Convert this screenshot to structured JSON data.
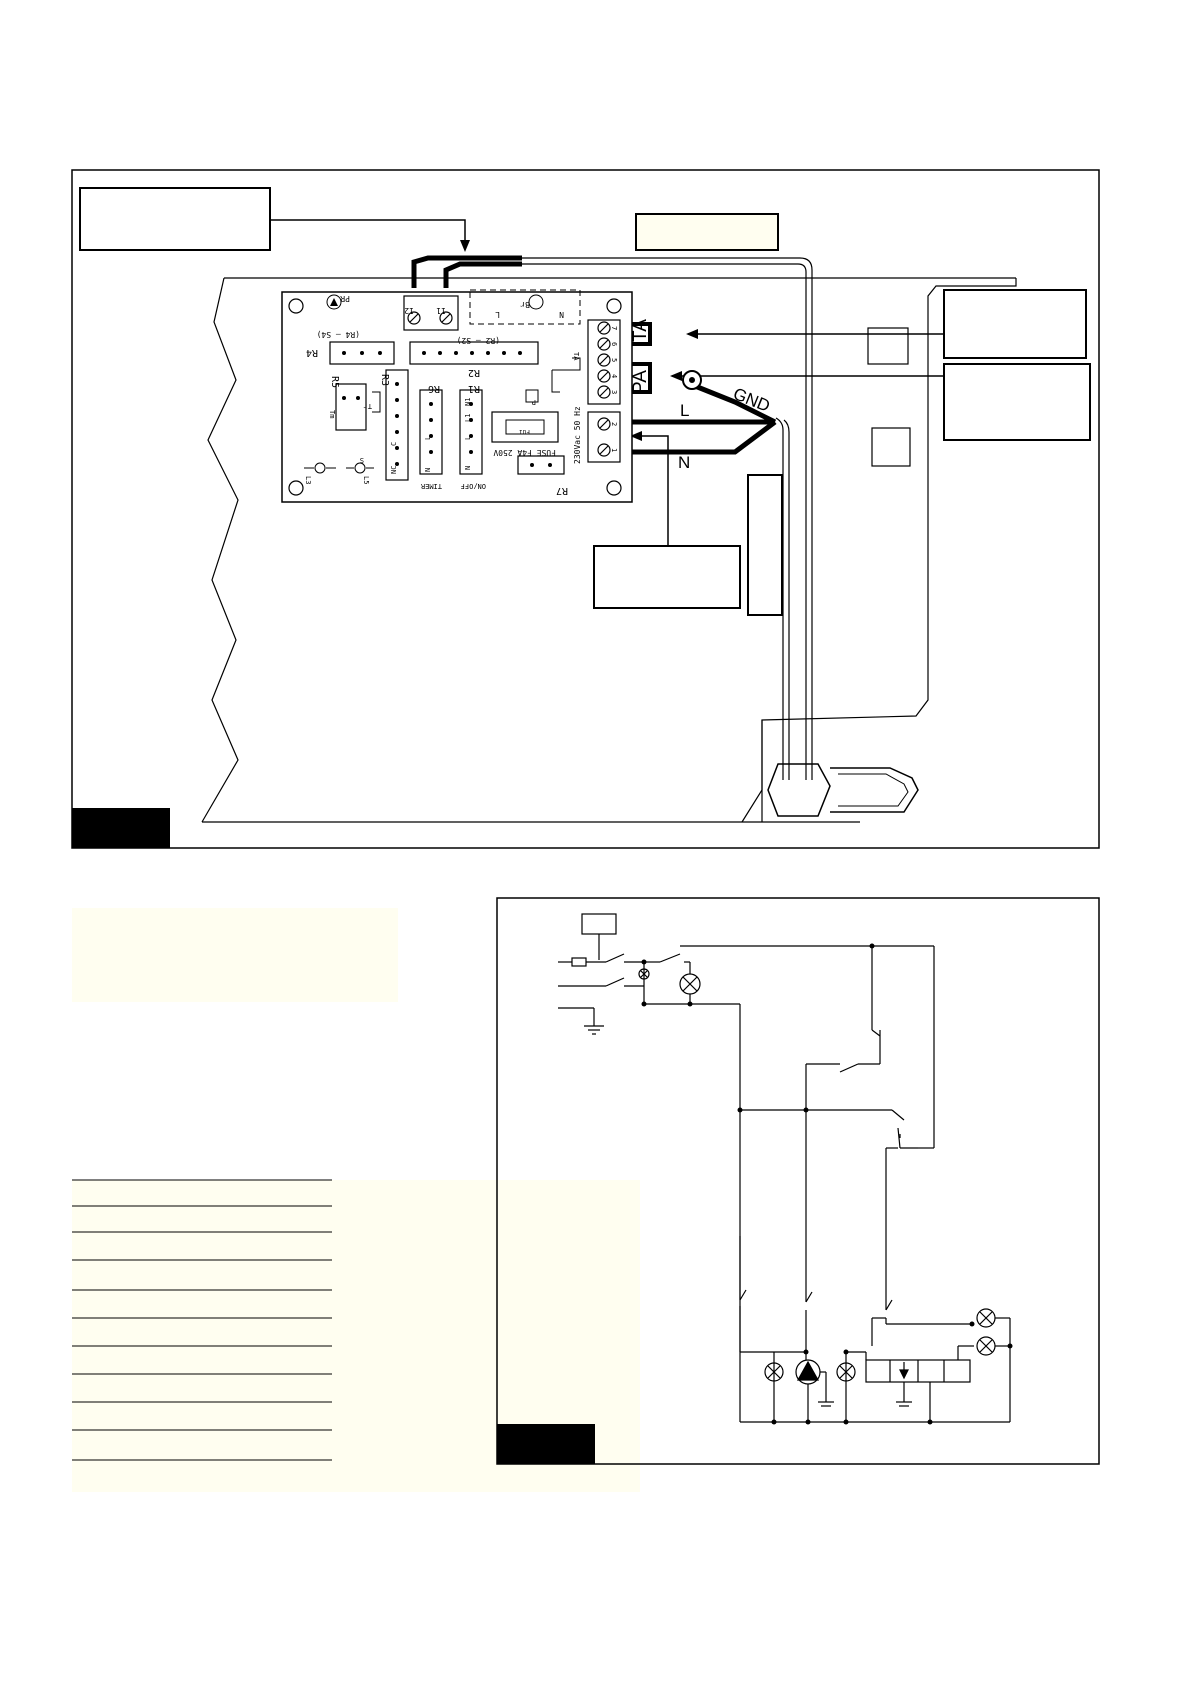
{
  "wiring": {
    "right_labels": [
      "TA",
      "PA"
    ],
    "wire_labels": [
      "GND",
      "L",
      "N"
    ],
    "board": {
      "connectors": [
        "R4",
        "R2",
        "R3",
        "R6",
        "R1",
        "R5",
        "R7"
      ],
      "connector_captions": [
        "(R4 — S4)",
        "(R2 — S2)"
      ],
      "terminal_numbers": [
        "12",
        "11",
        "7",
        "6",
        "5",
        "4",
        "3",
        "2",
        "1"
      ],
      "pump_label": "PR",
      "top_terminals": [
        "L",
        "N",
        "12",
        "11"
      ],
      "burner_labels": [
        "Br",
        "L",
        "N"
      ],
      "fuse_label": "FUSE F4A 250V",
      "fuse_tag": "Fu1",
      "supply_label": "230Vac 50 Hz",
      "pressure_tag": "P",
      "ta_tag": "TA",
      "timer_label": "TIMER",
      "onoff_label": "ON/OFF",
      "r1_pins": [
        "N1",
        "L1",
        "L",
        "N"
      ],
      "r6_pins": [
        "N",
        "L"
      ],
      "r3_pins": [
        "C",
        "NO",
        "NC"
      ],
      "pin_labels_misc": [
        "Tr",
        "Tm",
        "S",
        "L5",
        "L3"
      ]
    }
  },
  "colors": {
    "line": "#000000",
    "label_fill": "#fffef0",
    "tab_fill": "#000000"
  }
}
